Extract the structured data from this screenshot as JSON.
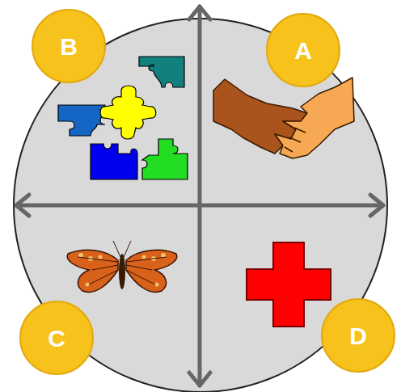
{
  "diagram": {
    "nodes": [
      {
        "text": [
          "B"
        ]
      },
      {
        "text": [
          "A"
        ]
      },
      {
        "text": [
          "C"
        ]
      },
      {
        "text": [
          "D"
        ]
      }
    ]
  }
}
